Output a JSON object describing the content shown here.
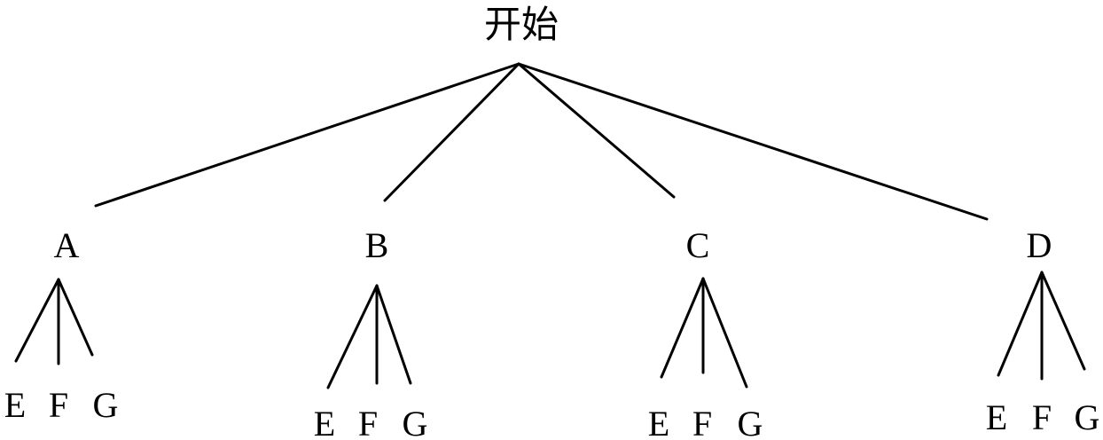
{
  "tree": {
    "root": "开始",
    "branches": [
      {
        "label": "A",
        "leaves": [
          "E",
          "F",
          "G"
        ]
      },
      {
        "label": "B",
        "leaves": [
          "E",
          "F",
          "G"
        ]
      },
      {
        "label": "C",
        "leaves": [
          "E",
          "F",
          "G"
        ]
      },
      {
        "label": "D",
        "leaves": [
          "E",
          "F",
          "G"
        ]
      }
    ]
  }
}
